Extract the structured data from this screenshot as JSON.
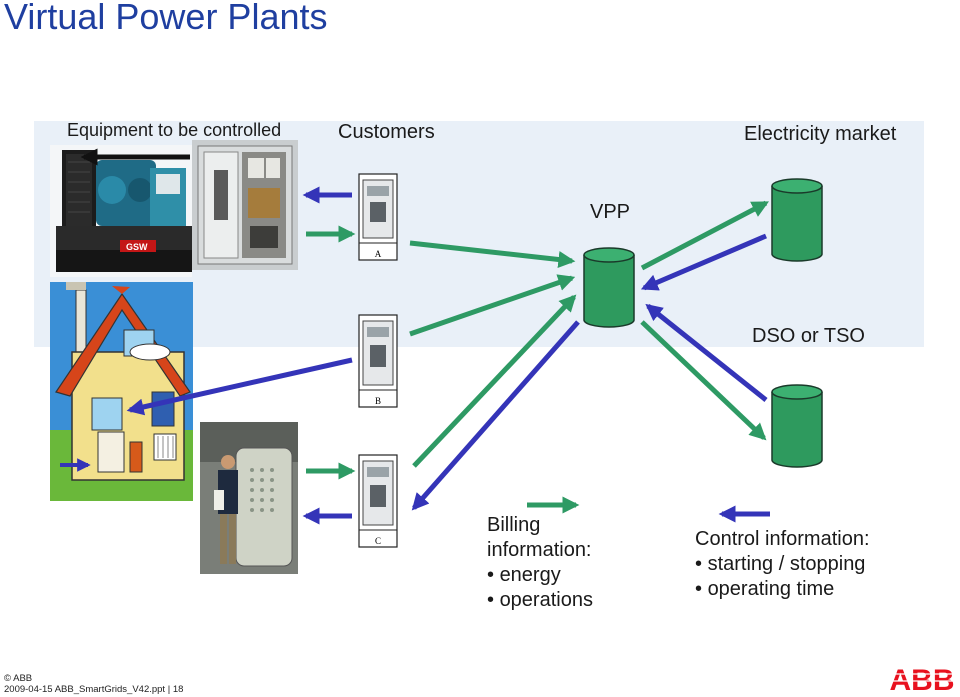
{
  "slide": {
    "title": "Virtual Power Plants"
  },
  "diagram": {
    "labels": {
      "equipment": "Equipment to be controlled",
      "customers": "Customers",
      "market": "Electricity market",
      "vpp": "VPP",
      "dso": "DSO or TSO"
    },
    "meters": [
      "A",
      "B",
      "C"
    ],
    "generator_brand": "GSW",
    "colors": {
      "billing_arrow": "#2e9a64",
      "control_arrow": "#3434b8",
      "database": "#2e9a5e",
      "title": "#1f3fa0",
      "logo": "#e8111e"
    }
  },
  "legend": {
    "billing": {
      "heading": "Billing",
      "heading2": "information:",
      "items": [
        "energy",
        "operations"
      ]
    },
    "control": {
      "heading": "Control information:",
      "items": [
        "starting / stopping",
        "operating time"
      ]
    }
  },
  "footer": {
    "copyright": "© ABB",
    "file": "2009-04-15 ABB_SmartGrids_V42.ppt | 18"
  },
  "logo": {
    "text": "ABB"
  }
}
